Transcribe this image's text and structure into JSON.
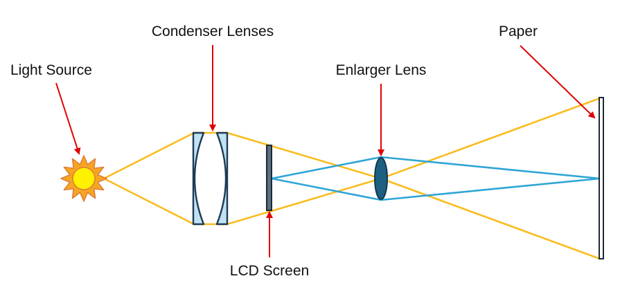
{
  "labels": {
    "light_source": "Light Source",
    "condenser_lenses": "Condenser Lenses",
    "enlarger_lens": "Enlarger Lens",
    "paper": "Paper",
    "lcd_screen": "LCD Screen"
  },
  "colors": {
    "light_ray": "#F9BC1E",
    "image_ray": "#2EA5D6",
    "arrow": "#E00000",
    "condenser_fill": "#BFE1F2",
    "condenser_stroke": "#1E3A55",
    "enlarger_fill": "#1D5F80",
    "screen": "#2E4A5E",
    "sun_core": "#FFF200",
    "sun_rays": "#F5A623",
    "sun_outline": "#E07B39"
  }
}
